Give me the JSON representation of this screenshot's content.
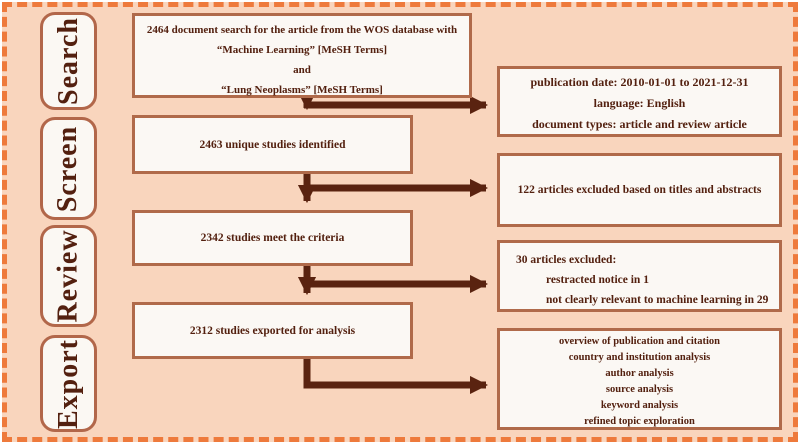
{
  "colors": {
    "background": "#f9d5bd",
    "dashed_border": "#ee7a3c",
    "box_border": "#b06a4a",
    "box_fill": "#fbf8f4",
    "text": "#53200f",
    "arrow": "#5a2310"
  },
  "stages": [
    {
      "label": "Search"
    },
    {
      "label": "Screen"
    },
    {
      "label": "Review"
    },
    {
      "label": "Export"
    }
  ],
  "flow": {
    "search_box": {
      "line1": "2464 document search for the article from the WOS database with",
      "line2": "“Machine Learning” [MeSH Terms]",
      "line3": "and",
      "line4": "“Lung Neoplasms” [MeSH Terms]"
    },
    "screen_box": {
      "line1": "2463 unique studies identified"
    },
    "review_box": {
      "line1": "2342 studies meet the criteria"
    },
    "export_box": {
      "line1": "2312 studies exported for analysis"
    }
  },
  "side": {
    "criteria_box": {
      "line1": "publication date: 2010-01-01 to 2021-12-31",
      "line2": "language: English",
      "line3": "document types: article and review article"
    },
    "screen_excluded_box": {
      "line1": "122 articles excluded based on titles and abstracts"
    },
    "review_excluded_box": {
      "line1": "30 articles excluded:",
      "line2": "restracted notice in 1",
      "line3": "not clearly relevant to machine learning in 29"
    },
    "analysis_box": {
      "line1": "overview of publication and citation",
      "line2": "country and institution analysis",
      "line3": "author analysis",
      "line4": "source analysis",
      "line5": "keyword analysis",
      "line6": "refined topic exploration"
    }
  }
}
